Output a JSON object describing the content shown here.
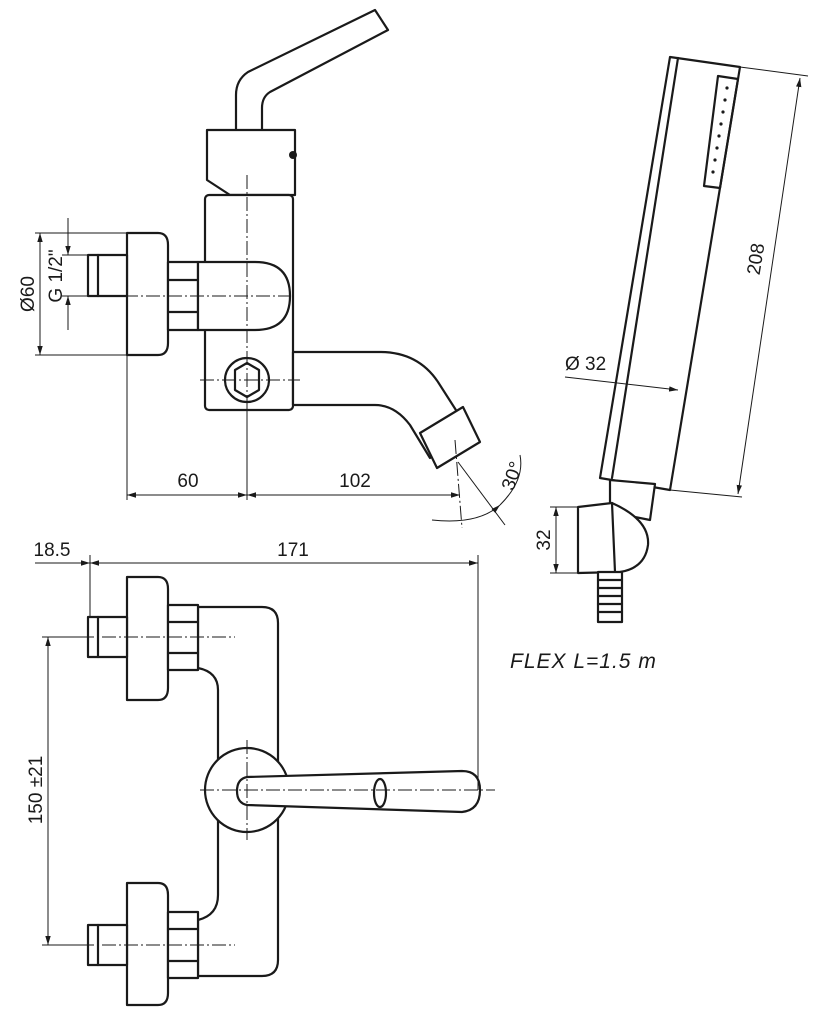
{
  "dimensions": {
    "flange_diameter": "Ø60",
    "thread": "G 1/2\"",
    "wall_to_axis": "60",
    "axis_to_spout": "102",
    "spout_angle": "30°",
    "shower_diameter": "Ø 32",
    "shower_length": "208",
    "holder_height": "32",
    "eccentric_depth": "18.5",
    "overall_width": "171",
    "inlet_spacing": "150 ±21"
  },
  "notes": {
    "hose": "FLEX  L=1.5  m"
  }
}
